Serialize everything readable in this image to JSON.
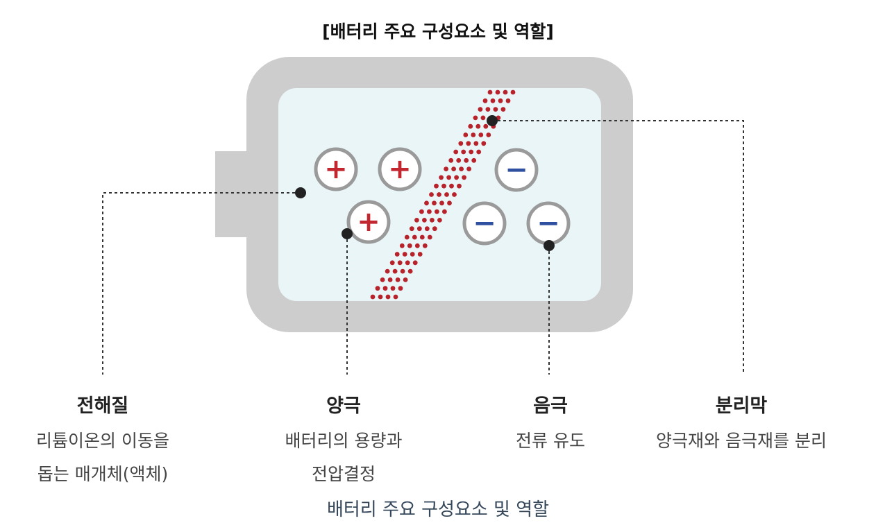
{
  "title": "[배터리 주요 구성요소 및 역할]",
  "components": {
    "electrolyte": {
      "name": "전해질",
      "desc_line1": "리튬이온의 이동을",
      "desc_line2": "돕는 매개체(액체)"
    },
    "cathode": {
      "name": "양극",
      "desc_line1": "배터리의 용량과",
      "desc_line2": "전압결정"
    },
    "anode": {
      "name": "음극",
      "desc_line1": "전류 유도"
    },
    "separator": {
      "name": "분리막",
      "desc_line1": "양극재와 음극재를 분리"
    }
  },
  "symbols": {
    "plus": "+",
    "minus": "−"
  },
  "colors": {
    "battery_shell": "#cdcdcd",
    "battery_inner": "#eaf5f7",
    "plus_color": "#c2262e",
    "minus_color": "#2f4fa0",
    "separator_dots": "#b8232b",
    "leader_line": "#333333"
  },
  "caption": "배터리 주요 구성요소 및 역할"
}
